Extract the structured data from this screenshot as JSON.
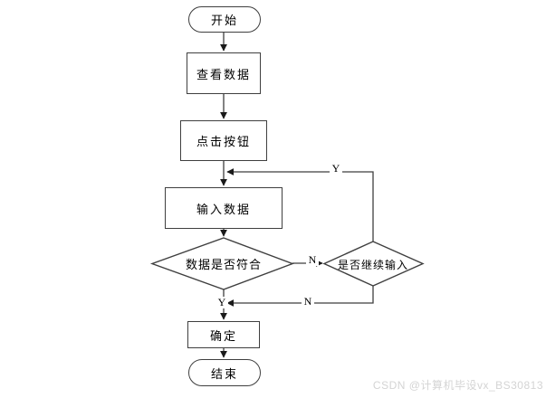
{
  "diagram": {
    "title_hint": "flowchart",
    "nodes": {
      "start": {
        "type": "terminator",
        "label": "开始"
      },
      "view_data": {
        "type": "process",
        "label": "查看数据"
      },
      "click_button": {
        "type": "process",
        "label": "点击按钮"
      },
      "input_data": {
        "type": "process",
        "label": "输入数据"
      },
      "data_valid": {
        "type": "decision",
        "label": "数据是否符合"
      },
      "continue_input": {
        "type": "decision",
        "label": "是否继续输入"
      },
      "confirm": {
        "type": "process",
        "label": "确定"
      },
      "end": {
        "type": "terminator",
        "label": "结束"
      }
    },
    "edge_labels": {
      "continue_yes": "Y",
      "data_invalid": "N",
      "continue_no": "N",
      "data_valid_yes": "Y"
    },
    "colors": {
      "line": "#3f3f3f",
      "arrowhead": "#1a1a1a",
      "shape_fill": "#ffffff",
      "text": "#000000",
      "watermark": "#d4d4d4"
    }
  },
  "watermark": {
    "text": "CSDN @计算机毕设vx_BS30813"
  }
}
